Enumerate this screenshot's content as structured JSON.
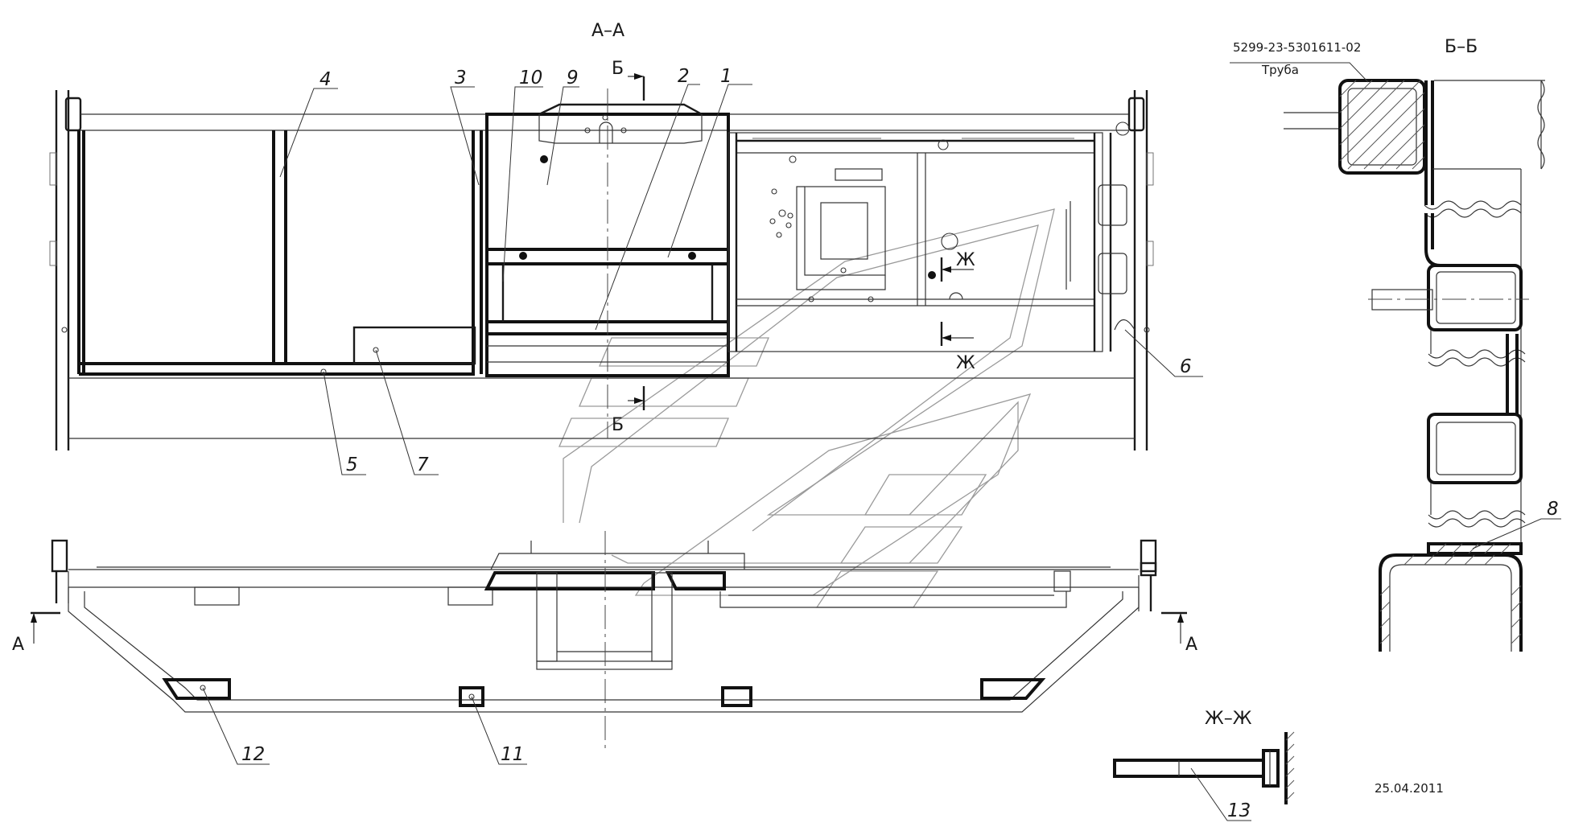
{
  "sections": {
    "aa": "А–А",
    "bb": "Б–Б",
    "zhzh": "Ж–Ж"
  },
  "cut_marks": {
    "b_top": "Б",
    "b_bottom": "Б",
    "zh_top": "Ж",
    "zh_bottom": "Ж",
    "a_left": "A",
    "a_right": "A"
  },
  "callouts": [
    "1",
    "2",
    "3",
    "4",
    "5",
    "6",
    "7",
    "8",
    "9",
    "10",
    "11",
    "12",
    "13"
  ],
  "part_note": {
    "code": "5299-23-5301611-02",
    "name": "Труба"
  },
  "date": "25.04.2011",
  "colors": {
    "line": "#222222",
    "watermark": "#9a9a9a",
    "background": "#ffffff"
  }
}
